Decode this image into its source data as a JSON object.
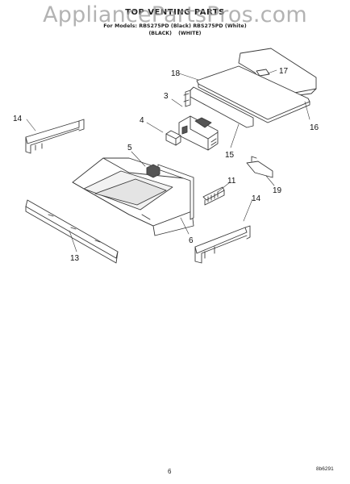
{
  "header": {
    "title": "TOP VENTING PARTS",
    "subtitle": "For Models: RBS275PD (Black) RBS275PD (White)",
    "finish_black": "(BLACK)",
    "finish_white": "(WHITE)"
  },
  "watermark": "AppliancePartsPros.com",
  "callouts": [
    "18",
    "17",
    "3",
    "4",
    "14",
    "5",
    "16",
    "15",
    "11",
    "19",
    "14",
    "6",
    "13"
  ],
  "footer": {
    "page_number": "6",
    "reference": "8b6291"
  },
  "colors": {
    "line": "#3a3a3a",
    "watermark": "#9a9a9a"
  }
}
